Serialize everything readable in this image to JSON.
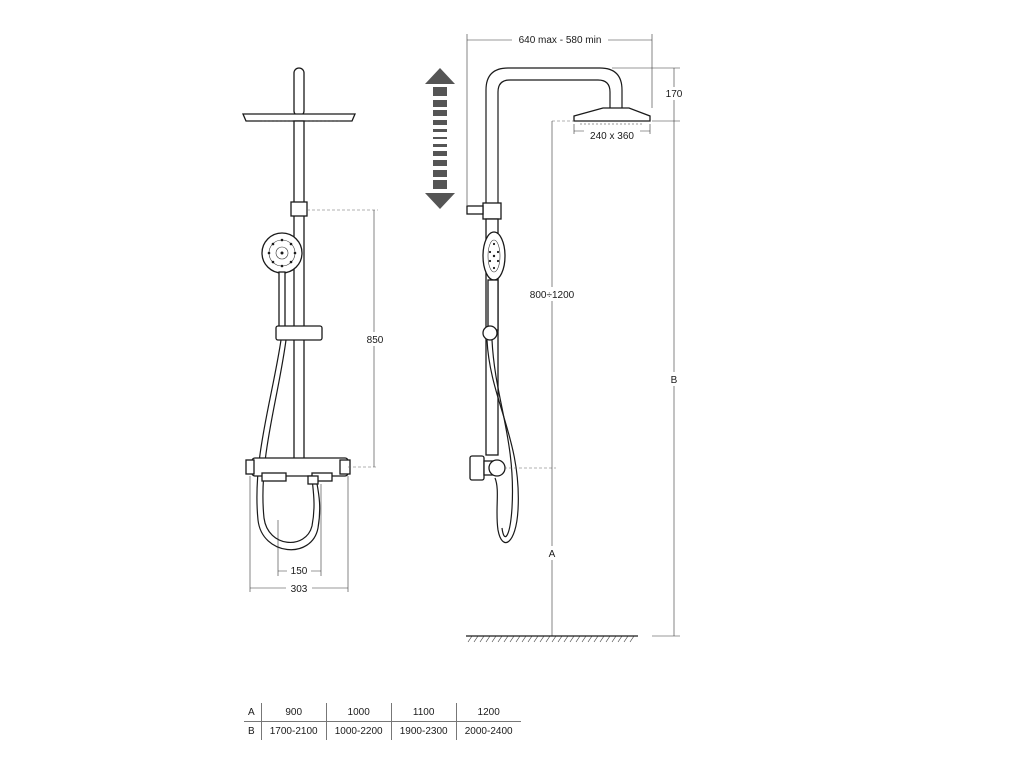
{
  "front_view": {
    "dim_height": "850",
    "dim_outlet_spacing": "150",
    "dim_total_width": "303"
  },
  "side_view": {
    "dim_arm_reach": "640 max - 580 min",
    "dim_head_height": "170",
    "dim_head_size": "240 x 360",
    "dim_slide_range": "800÷1200",
    "label_a": "A",
    "label_b": "B"
  },
  "table": {
    "rows": [
      {
        "label": "A",
        "values": [
          "900",
          "1000",
          "1100",
          "1200"
        ]
      },
      {
        "label": "B",
        "values": [
          "1700-2100",
          "1000-2200",
          "1900-2300",
          "2000-2400"
        ]
      }
    ]
  },
  "colors": {
    "line": "#1a1a1a",
    "arrow": "#555555"
  }
}
